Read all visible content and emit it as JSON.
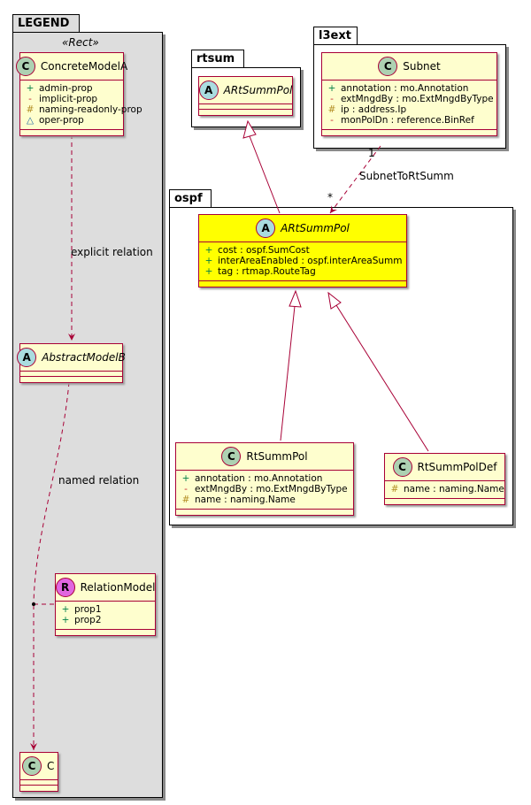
{
  "packages": {
    "legend": {
      "name": "LEGEND",
      "stereotype": "«Rect»"
    },
    "rtsum": {
      "name": "rtsum"
    },
    "l3ext": {
      "name": "l3ext"
    },
    "ospf": {
      "name": "ospf"
    }
  },
  "classes": {
    "concrete_model_a": {
      "badge": "C",
      "name": "ConcreteModelA",
      "attrs": [
        {
          "vis": "+",
          "text": "admin-prop"
        },
        {
          "vis": "-",
          "text": "implicit-prop"
        },
        {
          "vis": "#",
          "text": "naming-readonly-prop"
        },
        {
          "vis": "△",
          "text": "oper-prop"
        }
      ]
    },
    "abstract_model_b": {
      "badge": "A",
      "name": "AbstractModelB"
    },
    "relation_model": {
      "badge": "R",
      "name": "RelationModel",
      "attrs": [
        {
          "vis": "+",
          "text": "prop1"
        },
        {
          "vis": "+",
          "text": "prop2"
        }
      ]
    },
    "c": {
      "badge": "C",
      "name": "C"
    },
    "rtsum_artsummpol": {
      "badge": "A",
      "name": "ARtSummPol"
    },
    "subnet": {
      "badge": "C",
      "name": "Subnet",
      "attrs": [
        {
          "vis": "+",
          "text": "annotation : mo.Annotation"
        },
        {
          "vis": "-",
          "text": "extMngdBy : mo.ExtMngdByType"
        },
        {
          "vis": "#",
          "text": "ip : address.Ip"
        },
        {
          "vis": "-",
          "text": "monPolDn : reference.BinRef"
        }
      ]
    },
    "ospf_artsummpol": {
      "badge": "A",
      "name": "ARtSummPol",
      "attrs": [
        {
          "vis": "+",
          "text": "cost : ospf.SumCost"
        },
        {
          "vis": "+",
          "text": "interAreaEnabled : ospf.interAreaSumm"
        },
        {
          "vis": "+",
          "text": "tag : rtmap.RouteTag"
        }
      ]
    },
    "rtsummpol": {
      "badge": "C",
      "name": "RtSummPol",
      "attrs": [
        {
          "vis": "+",
          "text": "annotation : mo.Annotation"
        },
        {
          "vis": "-",
          "text": "extMngdBy : mo.ExtMngdByType"
        },
        {
          "vis": "#",
          "text": "name : naming.Name"
        }
      ]
    },
    "rtsummpoldef": {
      "badge": "C",
      "name": "RtSummPolDef",
      "attrs": [
        {
          "vis": "#",
          "text": "name : naming.Name"
        }
      ]
    }
  },
  "labels": {
    "explicit_relation": "explicit relation",
    "named_relation": "named relation",
    "subnet_relation": "SubnetToRtSumm",
    "mult_one": "1",
    "mult_many": "*"
  },
  "colors": {
    "class_bg": "#fefece",
    "class_border": "#a80036",
    "highlight_bg": "#ffff00",
    "legend_bg": "#dddddd",
    "link": "#a80036"
  }
}
